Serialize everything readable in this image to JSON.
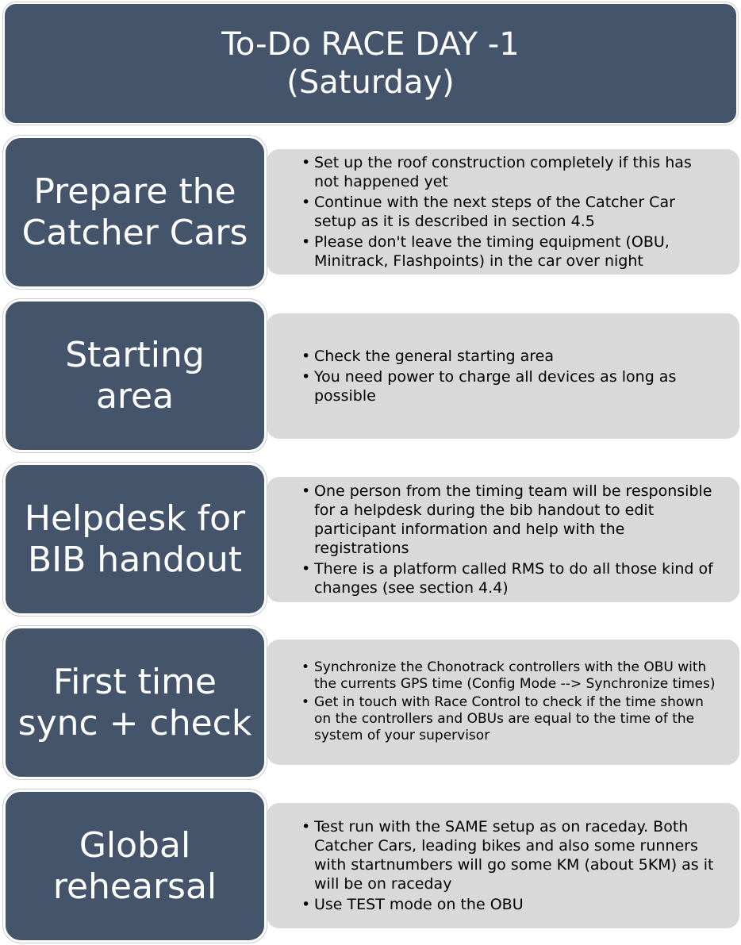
{
  "title": {
    "line1": "To-Do RACE DAY -1",
    "line2": "(Saturday)"
  },
  "rows": [
    {
      "label_lines": [
        "Prepare the",
        "Catcher Cars"
      ],
      "bullets": [
        "Set up the roof construction completely if this has not happened yet",
        "Continue with the next steps of the Catcher Car setup as it is described in section 4.5",
        "Please don't leave the timing equipment (OBU, Minitrack, Flashpoints) in the car over night"
      ]
    },
    {
      "label_lines": [
        "Starting",
        "area"
      ],
      "bullets": [
        "Check the general starting area",
        "You need power to charge all devices as long as possible"
      ]
    },
    {
      "label_lines": [
        "Helpdesk for",
        "BIB handout"
      ],
      "bullets": [
        "One person from the timing team will be responsible for a helpdesk during the bib handout to edit participant information and help with the registrations",
        "There is a platform called RMS to do all those kind of changes (see section 4.4)"
      ]
    },
    {
      "label_lines": [
        "First time",
        "sync + check"
      ],
      "bullets": [
        "Synchronize the Chonotrack controllers with the OBU with the currents GPS time (Config Mode --> Synchronize times)",
        "Get in touch with Race Control to check if the time shown on the controllers and OBUs are equal to the time of the system of your supervisor"
      ]
    },
    {
      "label_lines": [
        "Global",
        "rehearsal"
      ],
      "bullets": [
        "Test run with the SAME setup as on raceday. Both Catcher Cars, leading bikes and also some runners with startnumbers will go some KM (about 5KM) as it will be on raceday",
        "Use TEST mode on the OBU"
      ]
    }
  ],
  "colors": {
    "dark_box": "#44546a",
    "light_box": "#d9d9d9",
    "label_text": "#ffffff",
    "detail_text": "#000000"
  }
}
